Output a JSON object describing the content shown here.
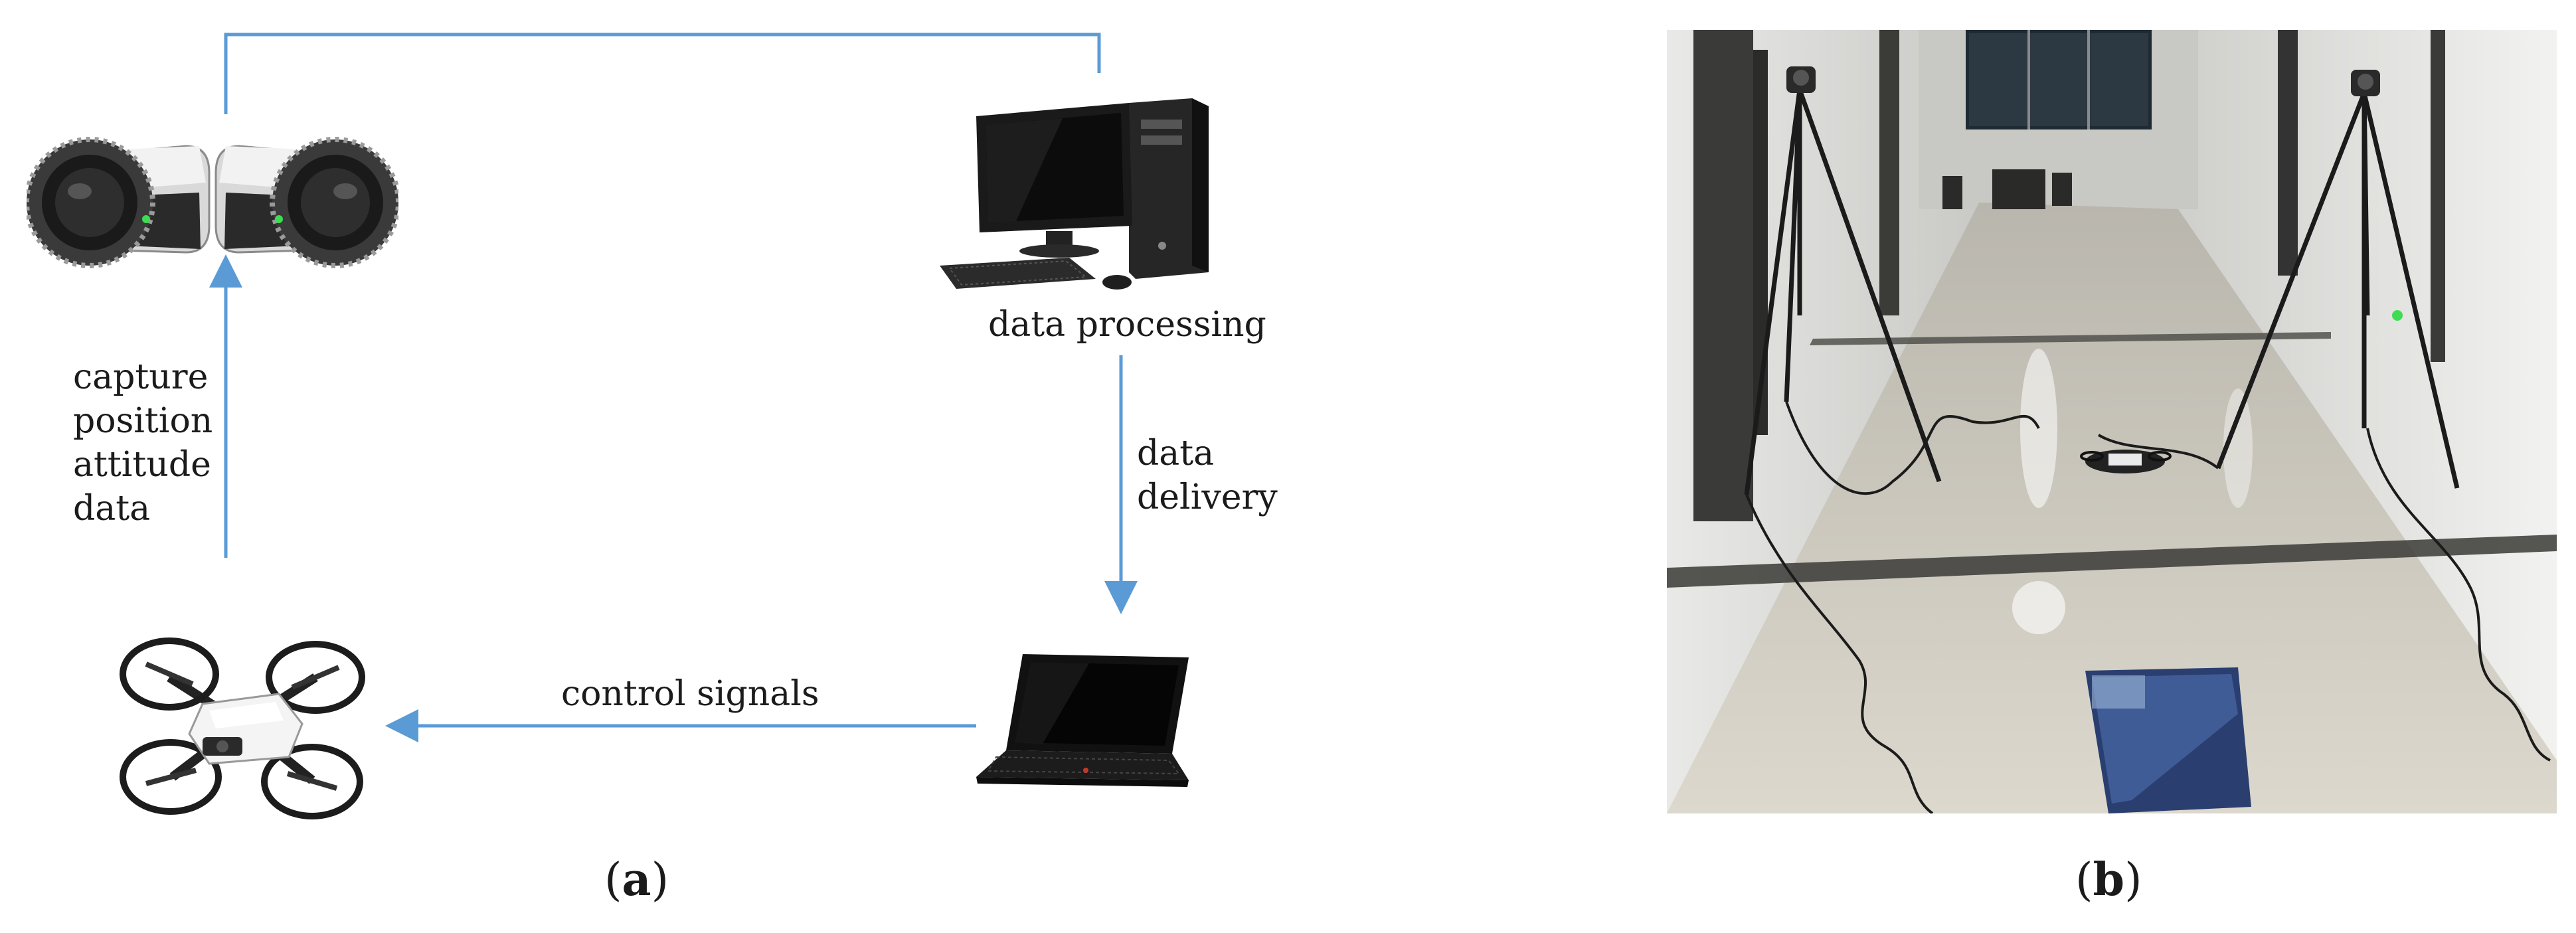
{
  "panel_a": {
    "letter": "a",
    "nodes": {
      "cameras": {
        "icon": "motion-capture-camera-icon"
      },
      "desktop": {
        "icon": "desktop-computer-icon",
        "label": "data processing"
      },
      "laptop": {
        "icon": "laptop-icon"
      },
      "drone": {
        "icon": "quadcopter-drone-icon"
      }
    },
    "edges": {
      "drone_to_cameras": [
        "capture",
        "position",
        "attitude",
        "data"
      ],
      "desktop_to_laptop": [
        "data",
        "delivery"
      ],
      "laptop_to_drone": "control signals"
    },
    "colors": {
      "arrow": "#5b9bd5"
    }
  },
  "panel_b": {
    "letter": "b",
    "photo": {
      "subject": "corridor-experiment-photo"
    }
  }
}
